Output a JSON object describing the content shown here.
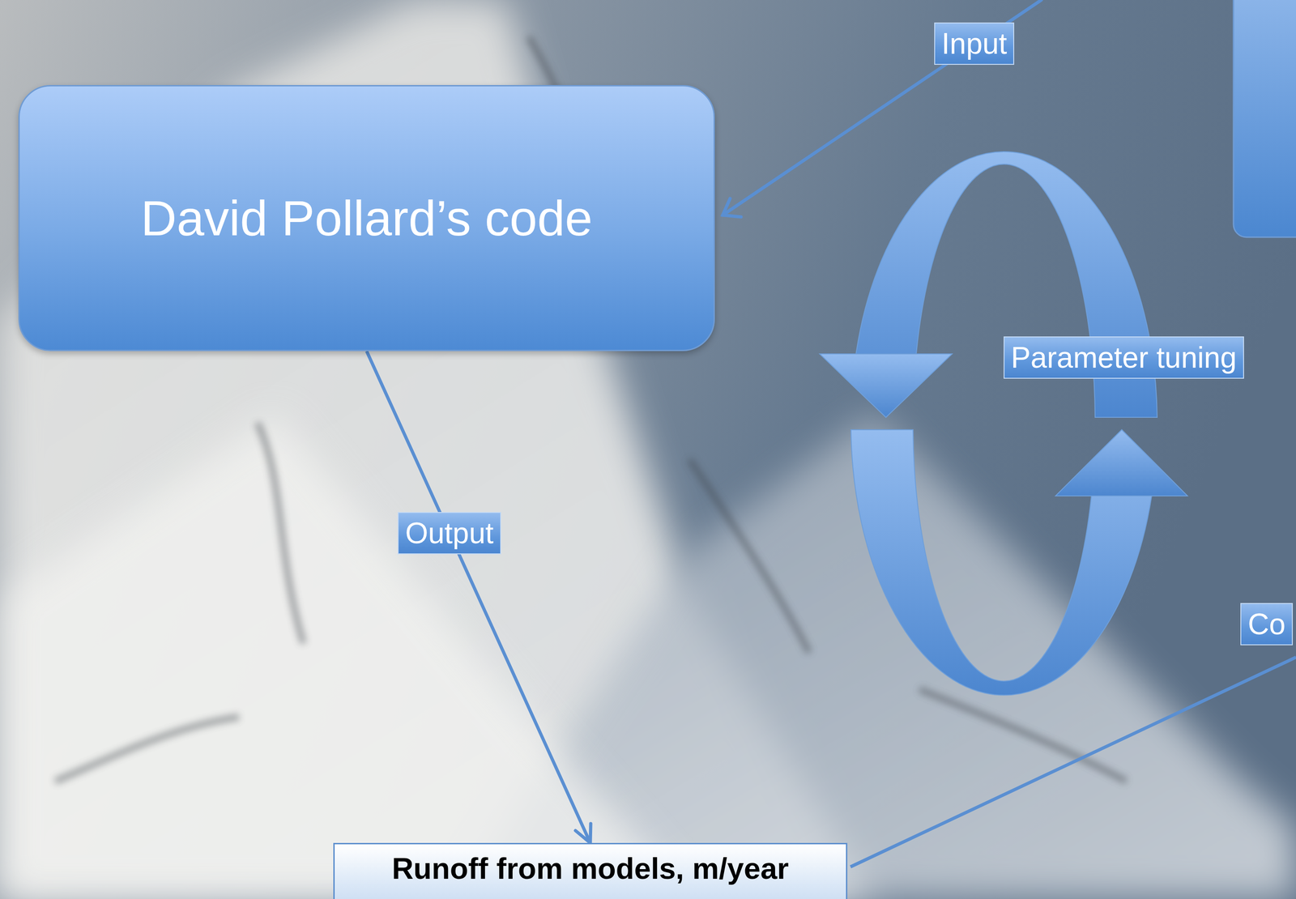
{
  "diagram": {
    "nodes": [
      {
        "text": [
          "David Pollard’s code"
        ]
      },
      {
        "text": [
          "Runoff from models, m/year"
        ]
      }
    ],
    "edges": [
      {
        "from": 0,
        "to": 1,
        "arrow": "to",
        "label": "Output"
      }
    ],
    "labels": [
      "Input",
      "Parameter tuning",
      "Co"
    ]
  }
}
